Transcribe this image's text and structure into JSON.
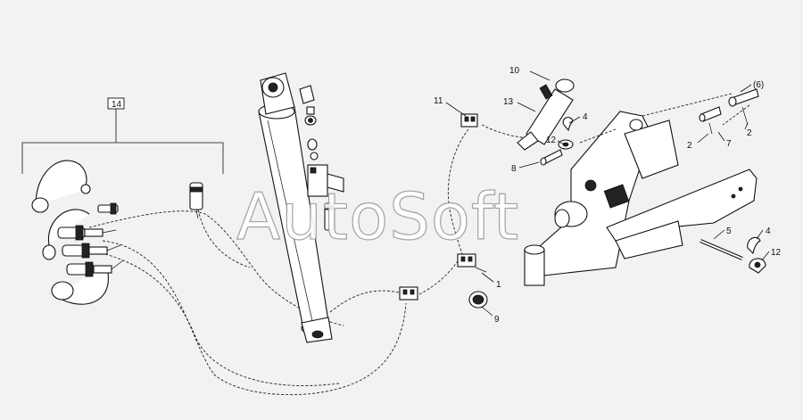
{
  "diagram": {
    "watermark": "AutoSoft",
    "callouts": [
      {
        "id": "c14",
        "text": "14",
        "boxed": true
      },
      {
        "id": "c10",
        "text": "10"
      },
      {
        "id": "c11",
        "text": "11"
      },
      {
        "id": "c13",
        "text": "13"
      },
      {
        "id": "c4a",
        "text": "4"
      },
      {
        "id": "c12a",
        "text": "12"
      },
      {
        "id": "c8",
        "text": "8"
      },
      {
        "id": "c6",
        "text": "(6)"
      },
      {
        "id": "c2a",
        "text": "2"
      },
      {
        "id": "c2b",
        "text": "2"
      },
      {
        "id": "c7",
        "text": "7"
      },
      {
        "id": "c5",
        "text": "5"
      },
      {
        "id": "c4b",
        "text": "4"
      },
      {
        "id": "c12b",
        "text": "12"
      },
      {
        "id": "c1",
        "text": "1"
      },
      {
        "id": "c9",
        "text": "9"
      }
    ]
  }
}
